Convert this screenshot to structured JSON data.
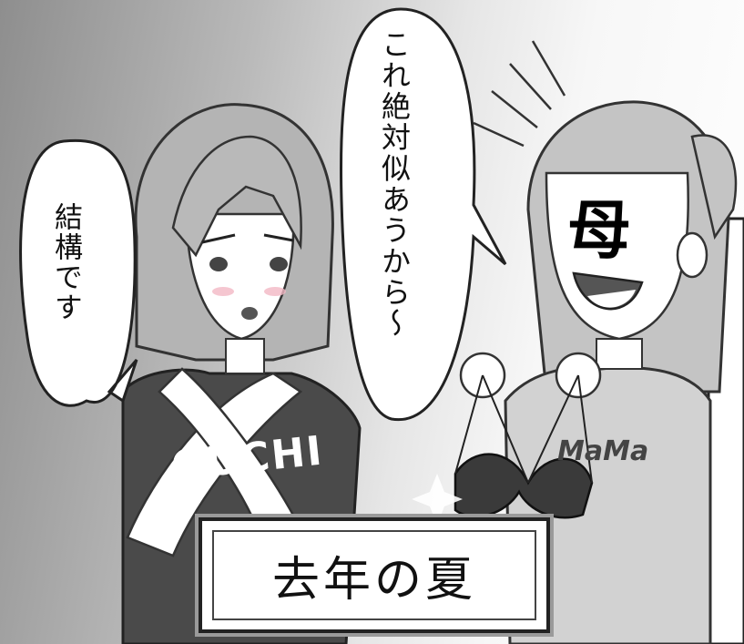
{
  "bubble_left": "結構です",
  "bubble_right": "これ絶対似あうから〜",
  "mask_char": "母",
  "shirt_left": "GUCHI",
  "shirt_right": "MaMa",
  "caption": "去年の夏"
}
